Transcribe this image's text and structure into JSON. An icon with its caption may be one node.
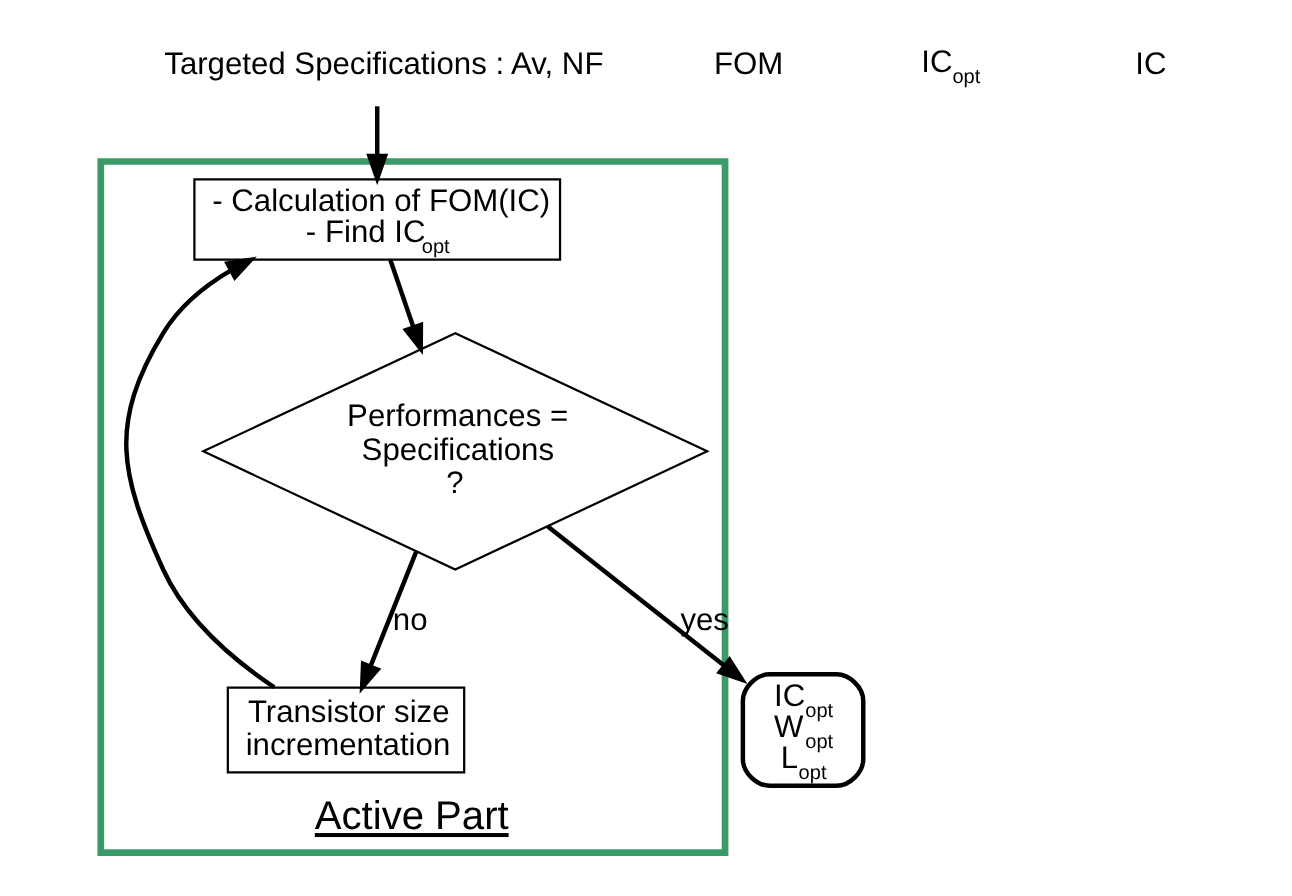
{
  "diagram": {
    "nodes": [
      {
        "text": [
          "Targeted Specifications : Av, NF"
        ]
      },
      {
        "text": [
          "Active Part"
        ]
      },
      {
        "text": [
          "- Calculation of FOM(IC)",
          "- Find IC$_{opt}$"
        ],
        "in": 1
      },
      {
        "text": [
          "Performances = Specifications ?"
        ],
        "in": 1
      },
      {
        "text": [
          "Transistor size incrementation"
        ],
        "in": 1
      },
      {
        "text": [
          "IC$_{opt}$",
          "W$_{opt}$",
          "L$_{opt}$"
        ]
      }
    ],
    "edges": [
      {
        "from": 0,
        "to": 2,
        "arrow": "to"
      },
      {
        "from": 2,
        "to": 3,
        "arrow": "to"
      },
      {
        "from": 3,
        "to": 4,
        "arrow": "to",
        "label": "no"
      },
      {
        "from": 3,
        "to": 5,
        "arrow": "to",
        "label": "yes"
      },
      {
        "from": 4,
        "to": 2,
        "arrow": "to"
      }
    ],
    "labels": [
      "FOM",
      "IC$_{opt}$",
      "IC"
    ]
  }
}
